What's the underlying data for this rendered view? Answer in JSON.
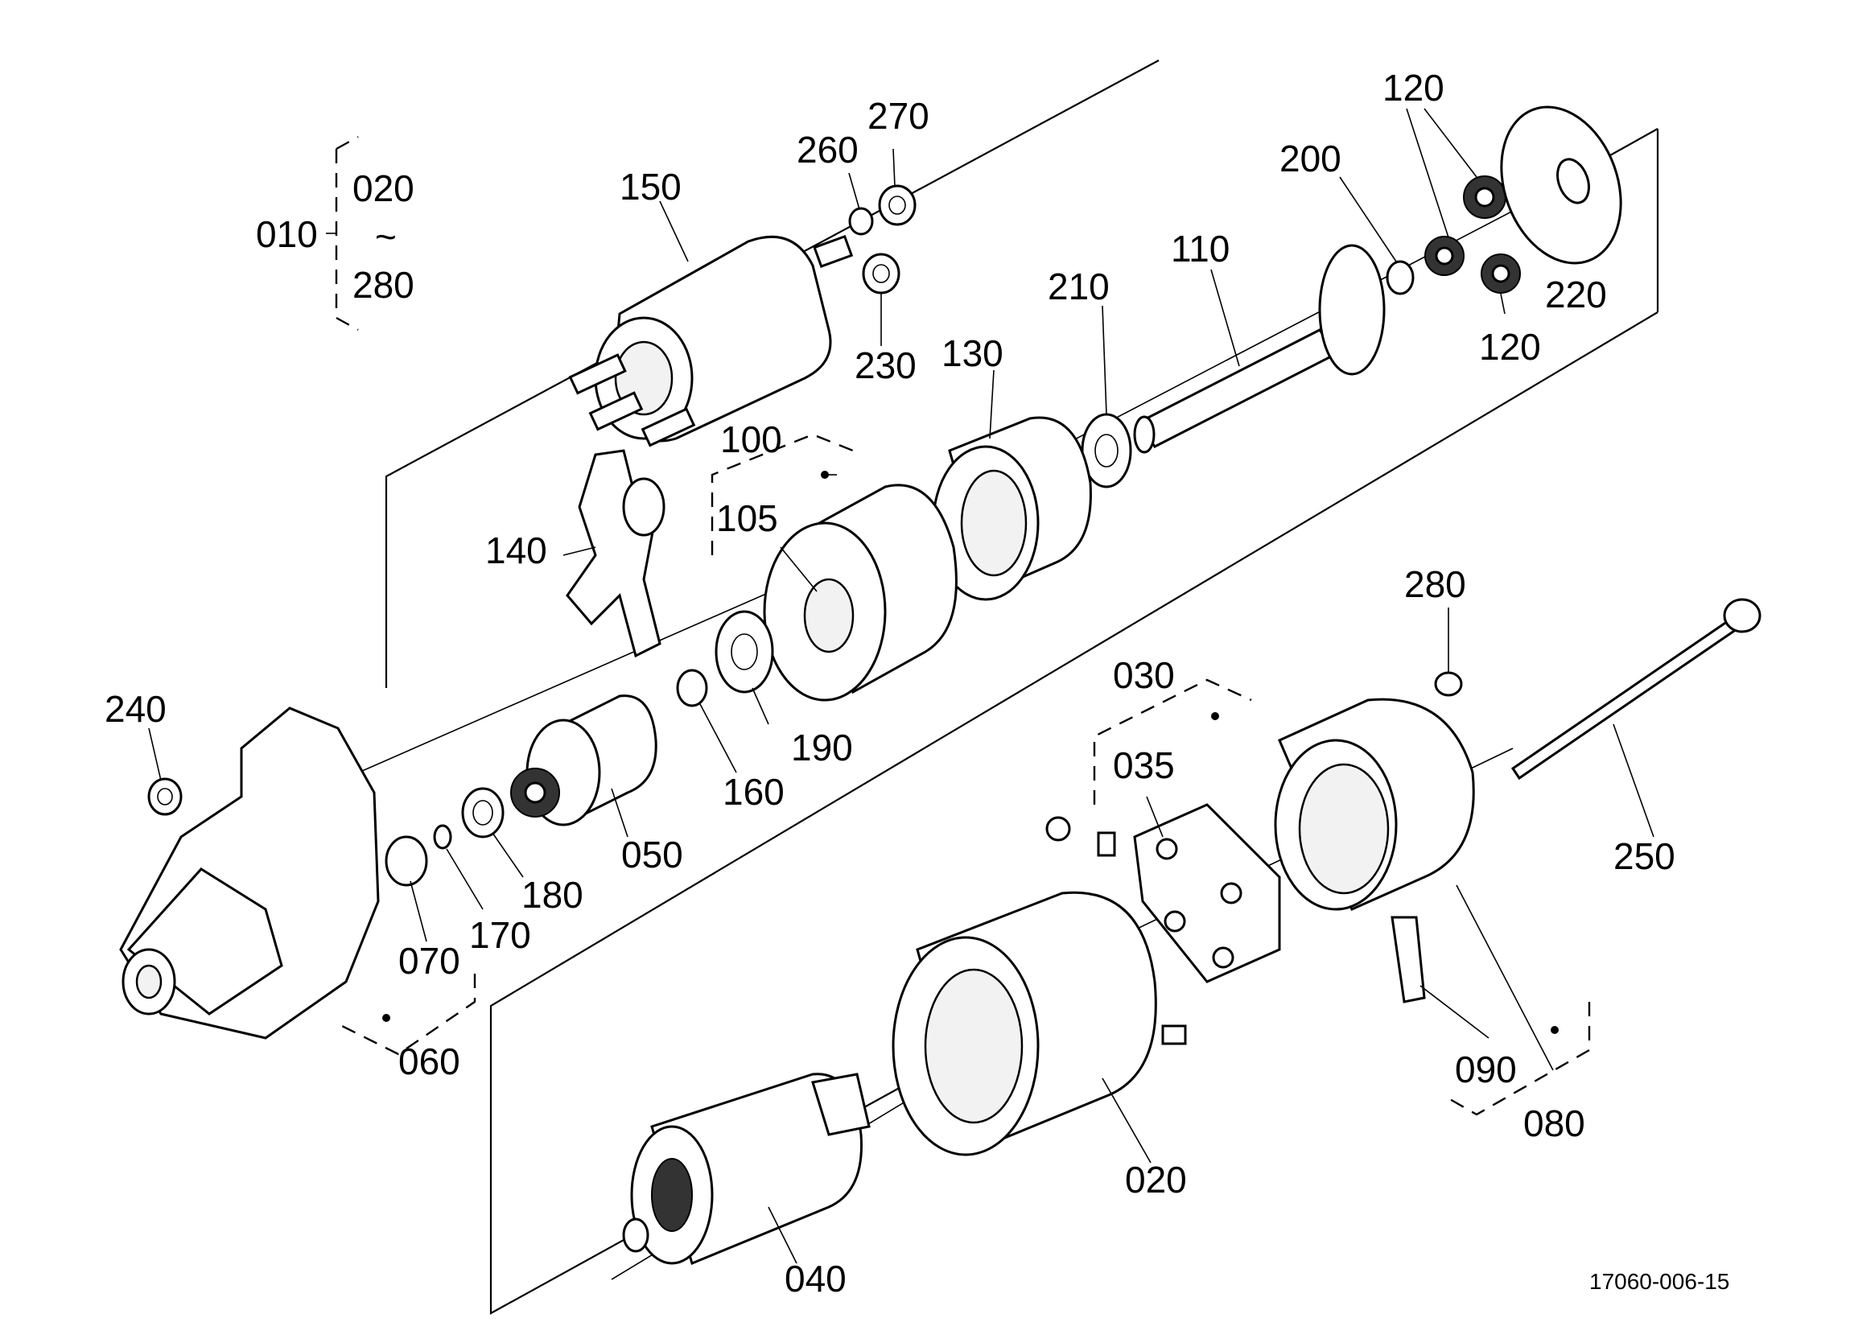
{
  "diagram": {
    "reference_code": "17060-006-15",
    "assembly_range": {
      "assembly": "010",
      "from": "020",
      "tilde": "~",
      "to": "280"
    },
    "part_labels": [
      {
        "id": "p150",
        "text": "150"
      },
      {
        "id": "p260",
        "text": "260"
      },
      {
        "id": "p270",
        "text": "270"
      },
      {
        "id": "p230",
        "text": "230"
      },
      {
        "id": "p200",
        "text": "200"
      },
      {
        "id": "p110",
        "text": "110"
      },
      {
        "id": "p120a",
        "text": "120"
      },
      {
        "id": "p120b",
        "text": "120"
      },
      {
        "id": "p220",
        "text": "220"
      },
      {
        "id": "p210",
        "text": "210"
      },
      {
        "id": "p130",
        "text": "130"
      },
      {
        "id": "p100",
        "text": "100"
      },
      {
        "id": "p105",
        "text": "105"
      },
      {
        "id": "p140",
        "text": "140"
      },
      {
        "id": "p190",
        "text": "190"
      },
      {
        "id": "p160",
        "text": "160"
      },
      {
        "id": "p050",
        "text": "050"
      },
      {
        "id": "p240",
        "text": "240"
      },
      {
        "id": "p180",
        "text": "180"
      },
      {
        "id": "p170",
        "text": "170"
      },
      {
        "id": "p070",
        "text": "070"
      },
      {
        "id": "p060",
        "text": "060"
      },
      {
        "id": "p280",
        "text": "280"
      },
      {
        "id": "p030",
        "text": "030"
      },
      {
        "id": "p035",
        "text": "035"
      },
      {
        "id": "p250",
        "text": "250"
      },
      {
        "id": "p090",
        "text": "090"
      },
      {
        "id": "p080",
        "text": "080"
      },
      {
        "id": "p020",
        "text": "020"
      },
      {
        "id": "p040",
        "text": "040"
      }
    ]
  }
}
